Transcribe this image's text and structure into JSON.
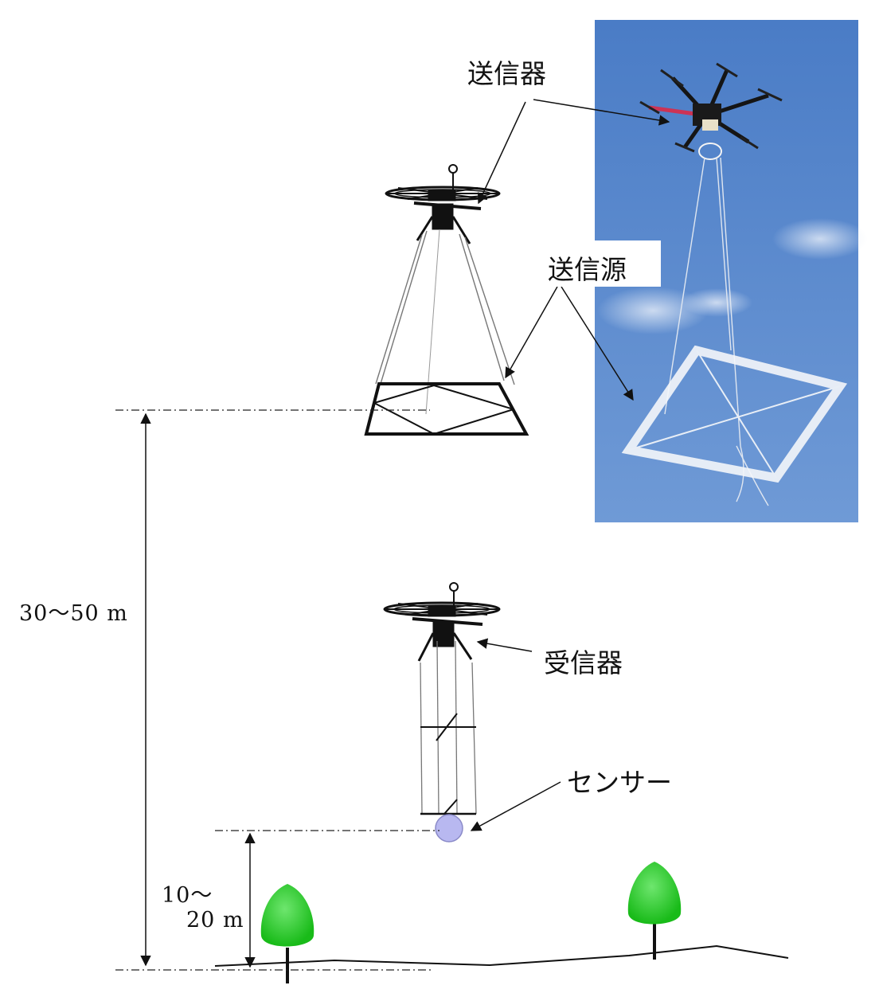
{
  "labels": {
    "transmitter": "送信器",
    "source": "送信源",
    "receiver": "受信器",
    "sensor": "センサー",
    "height_total": "30～50 m",
    "height_sensor_line1": "10～",
    "height_sensor_line2": "20 m"
  },
  "colors": {
    "sky_top": "#4f7fc6",
    "sky_bottom": "#6e9ad8",
    "tree_green": "#22cc22",
    "sensor_fill": "#b8b8f0",
    "line": "#111111"
  }
}
